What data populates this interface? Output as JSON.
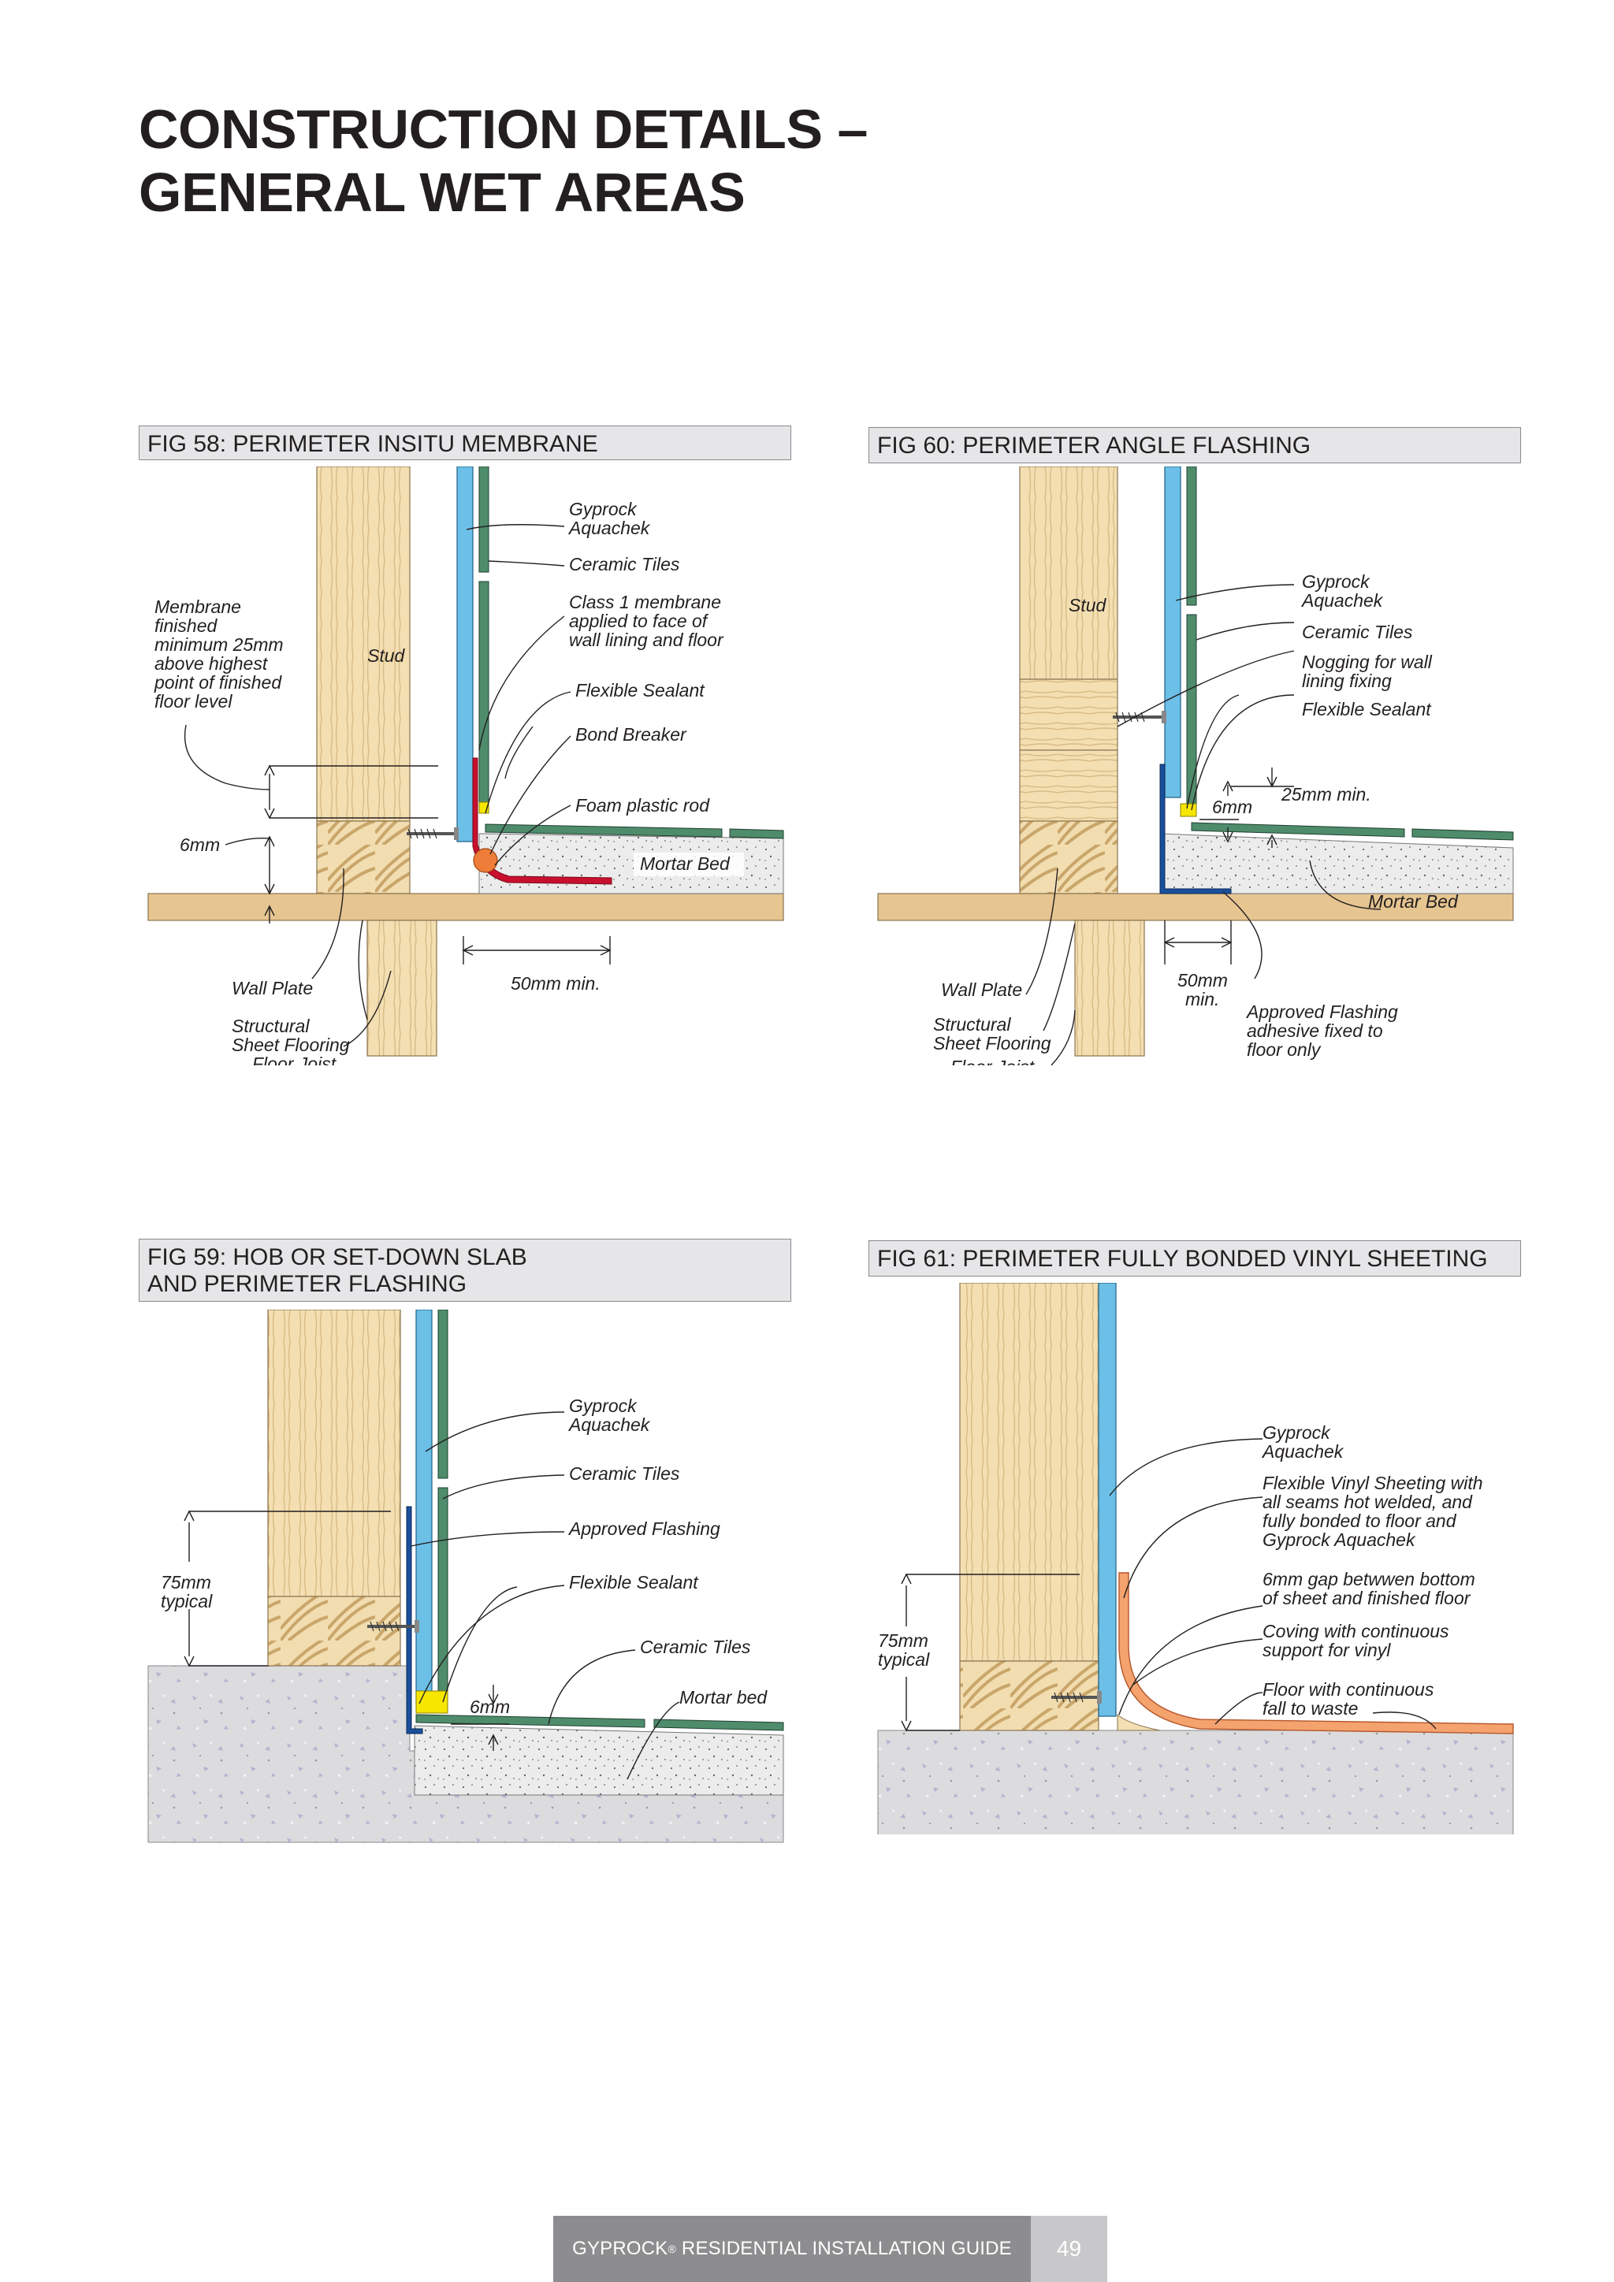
{
  "page": {
    "title_line1": "CONSTRUCTION DETAILS –",
    "title_line2": "GENERAL WET AREAS"
  },
  "fig58": {
    "title": "FIG 58: PERIMETER INSITU MEMBRANE",
    "labels": {
      "gyprock": "Gyprock",
      "aquachek": "Aquachek",
      "ceramic_tiles": "Ceramic Tiles",
      "class1_l1": "Class 1 membrane",
      "class1_l2": "applied to face of",
      "class1_l3": "wall lining and floor",
      "flexible_sealant": "Flexible Sealant",
      "bond_breaker": "Bond Breaker",
      "foam_rod": "Foam plastic rod",
      "mortar_bed": "Mortar Bed",
      "membrane_l1": "Membrane",
      "membrane_l2": "finished",
      "membrane_l3": "minimum 25mm",
      "membrane_l4": "above highest",
      "membrane_l5": "point of finished",
      "membrane_l6": "floor level",
      "stud": "Stud",
      "gap_6mm": "6mm",
      "wall_plate": "Wall Plate",
      "dim_50mm": "50mm min.",
      "structural": "Structural",
      "sheet_flooring": "Sheet Flooring",
      "floor_joist": "Floor Joist"
    }
  },
  "fig60": {
    "title": "FIG 60: PERIMETER ANGLE FLASHING",
    "labels": {
      "stud": "Stud",
      "gyprock": "Gyprock",
      "aquachek": "Aquachek",
      "ceramic_tiles": "Ceramic Tiles",
      "nogging_l1": "Nogging for wall",
      "nogging_l2": "lining fixing",
      "flexible_sealant": "Flexible Sealant",
      "dim_25mm": "25mm min.",
      "gap_6mm": "6mm",
      "mortar_bed": "Mortar Bed",
      "wall_plate": "Wall Plate",
      "dim_50mm_l1": "50mm",
      "dim_50mm_l2": "min.",
      "structural": "Structural",
      "sheet_flooring": "Sheet Flooring",
      "floor_joist": "Floor Joist",
      "approved_l1": "Approved Flashing",
      "approved_l2": "adhesive fixed to",
      "approved_l3": "floor only"
    }
  },
  "fig59": {
    "title_line1": "FIG 59: HOB OR SET-DOWN SLAB",
    "title_line2": "AND PERIMETER FLASHING",
    "labels": {
      "gyprock": "Gyprock",
      "aquachek": "Aquachek",
      "ceramic_tiles": "Ceramic Tiles",
      "approved_flashing": "Approved Flashing",
      "flexible_sealant": "Flexible Sealant",
      "ceramic_tiles_2": "Ceramic Tiles",
      "mortar_bed": "Mortar bed",
      "gap_6mm": "6mm",
      "typical_75mm": "75mm",
      "typical": "typical"
    }
  },
  "fig61": {
    "title": "FIG 61: PERIMETER FULLY BONDED VINYL SHEETING",
    "labels": {
      "gyprock": "Gyprock",
      "aquachek": "Aquachek",
      "vinyl_l1": "Flexible Vinyl Sheeting with",
      "vinyl_l2": "all seams hot welded, and",
      "vinyl_l3": "fully bonded to floor and",
      "vinyl_l4": "Gyprock Aquachek",
      "gap_l1": "6mm gap betwwen bottom",
      "gap_l2": "of sheet and finished floor",
      "coving_l1": "Coving with continuous",
      "coving_l2": "support for vinyl",
      "floor_l1": "Floor with continuous",
      "floor_l2": "fall to waste",
      "typical_75mm": "75mm",
      "typical": "typical"
    }
  },
  "footer": {
    "brand": "GYPROCK",
    "reg": "®",
    "guide": " RESIDENTIAL INSTALLATION GUIDE",
    "page_number": "49"
  },
  "colors": {
    "timber": "#f3dfb2",
    "timber_grain": "#d6b67e",
    "plasterboard": "#6cc0e8",
    "tile": "#4f8c6c",
    "sealant": "#f6e600",
    "membrane": "#c8102e",
    "foam_rod": "#ef7d3a",
    "flashing": "#1a4f9c",
    "mortar": "#ececec",
    "concrete": "#dcdcdf",
    "vinyl": "#f4a36f",
    "wall_plate": "#e6c590"
  }
}
